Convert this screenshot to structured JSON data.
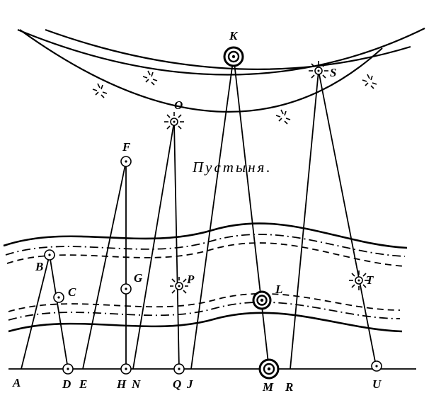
{
  "caption": "Пустыня.",
  "labels": {
    "A": "A",
    "B": "B",
    "C": "C",
    "D": "D",
    "E": "E",
    "F": "F",
    "G": "G",
    "H": "H",
    "N": "N",
    "O": "O",
    "P": "P",
    "Q": "Q",
    "J": "J",
    "K": "K",
    "L": "L",
    "M": "M",
    "R": "R",
    "S": "S",
    "T": "T",
    "U": "U"
  }
}
